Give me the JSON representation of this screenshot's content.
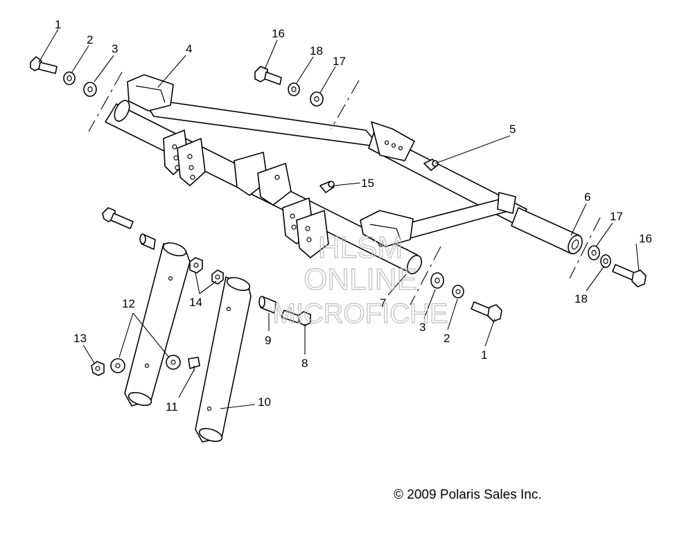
{
  "callouts": {
    "c1a": "1",
    "c2a": "2",
    "c3a": "3",
    "c4": "4",
    "c16a": "16",
    "c18a": "18",
    "c17a": "17",
    "c5": "5",
    "c15": "15",
    "c6": "6",
    "c17b": "17",
    "c16b": "16",
    "c18b": "18",
    "c7": "7",
    "c3b": "3",
    "c2b": "2",
    "c1b": "1",
    "c8": "8",
    "c9": "9",
    "c10": "10",
    "c11": "11",
    "c12": "12",
    "c13": "13",
    "c14": "14"
  },
  "watermark": {
    "line1": "HLSM",
    "line2": "ONLINE",
    "line3": "MICROFICHE"
  },
  "copyright": "© 2009 Polaris Sales Inc."
}
